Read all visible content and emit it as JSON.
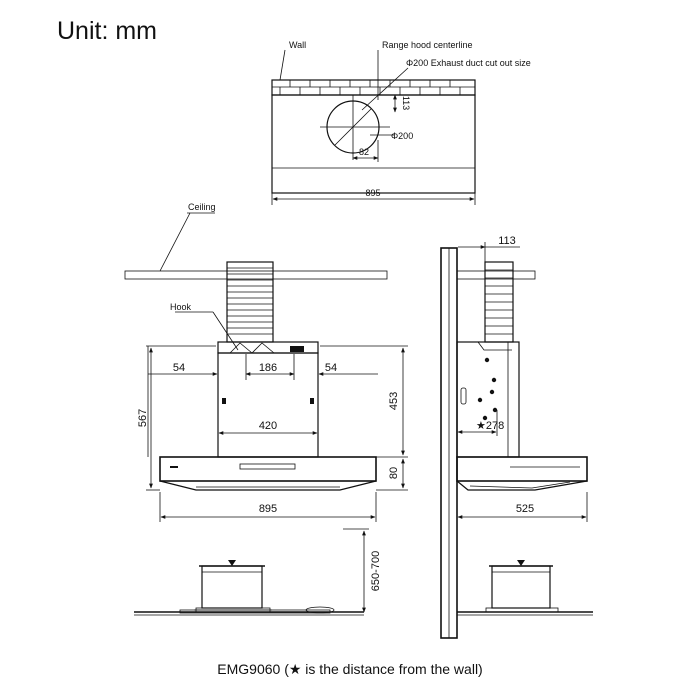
{
  "unit_label": "Unit: mm",
  "top_view": {
    "wall_label": "Wall",
    "centerline_label": "Range hood centerline",
    "duct_label": "Φ200 Exhaust duct cut out size",
    "dim_offset_wall": "113",
    "dim_diameter": "Φ200",
    "dim_offset_center": "82",
    "dim_width": "895"
  },
  "front_view": {
    "ceiling_label": "Ceiling",
    "hook_label": "Hook",
    "dim_left_gap": "54",
    "dim_hook_span": "186",
    "dim_right_gap": "54",
    "dim_chimney_width": "420",
    "dim_total_height": "567",
    "dim_chimney_height": "453",
    "dim_canopy_height": "80",
    "dim_width": "895",
    "dim_mount_height": "650-700"
  },
  "side_view": {
    "dim_duct_offset": "113",
    "dim_wall_distance": "★278",
    "dim_depth": "525"
  },
  "caption": "EMG9060 (★ is the distance from the wall)"
}
